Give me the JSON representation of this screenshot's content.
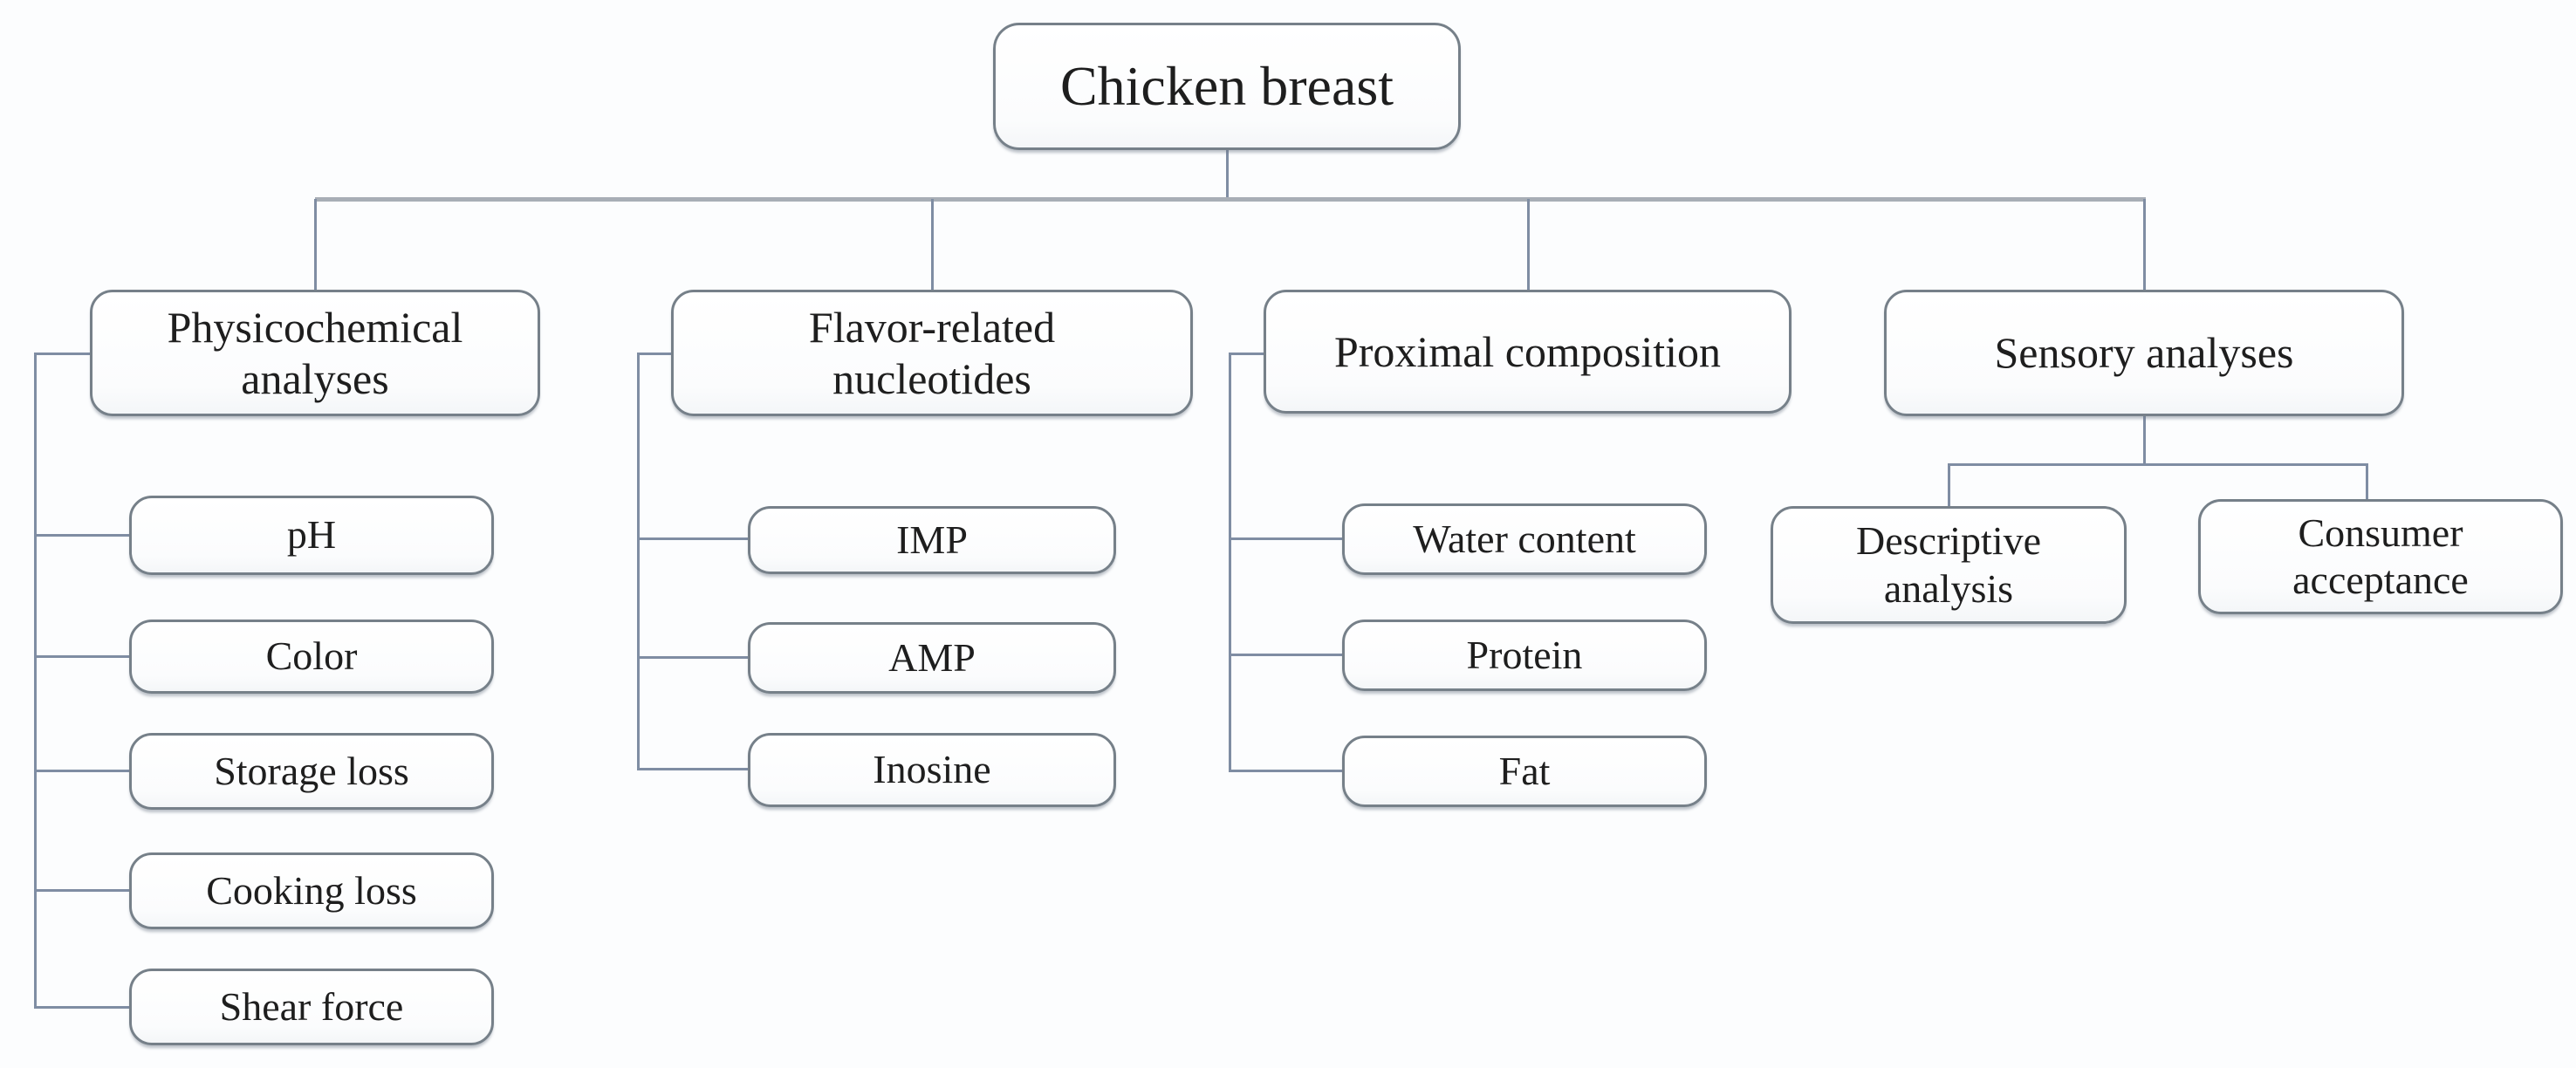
{
  "figure": {
    "background": "#fcfdfe",
    "box_border_color": "#768089",
    "connector_color": "#7f8da3",
    "bus_color": "#a8aeb6",
    "text_color": "#1e1e1e"
  },
  "tree": {
    "root": {
      "label": "Chicken breast"
    },
    "branches": [
      {
        "label": "Physicochemical analyses",
        "children": [
          {
            "label": "pH"
          },
          {
            "label": "Color"
          },
          {
            "label": "Storage loss"
          },
          {
            "label": "Cooking loss"
          },
          {
            "label": "Shear force"
          }
        ]
      },
      {
        "label": "Flavor-related nucleotides",
        "children": [
          {
            "label": "IMP"
          },
          {
            "label": "AMP"
          },
          {
            "label": "Inosine"
          }
        ]
      },
      {
        "label": "Proximal composition",
        "children": [
          {
            "label": "Water content"
          },
          {
            "label": "Protein"
          },
          {
            "label": "Fat"
          }
        ]
      },
      {
        "label": "Sensory analyses",
        "children": [
          {
            "label": "Descriptive analysis"
          },
          {
            "label": "Consumer acceptance"
          }
        ]
      }
    ]
  }
}
